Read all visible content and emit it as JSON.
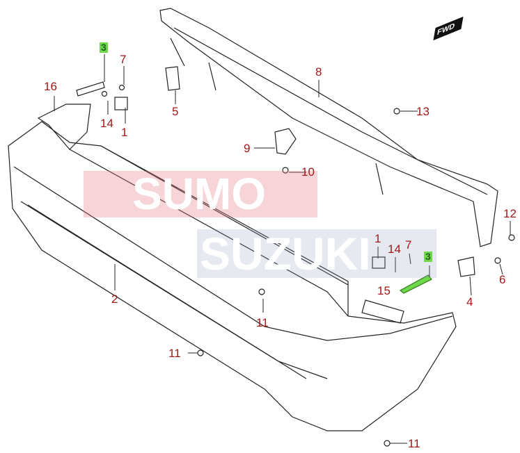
{
  "watermark": {
    "line1": "SUMO",
    "line2": "SUZUKI"
  },
  "direction_badge": "FWD",
  "colors": {
    "callout": "#a01818",
    "highlight": "#6fd84a"
  },
  "callouts": [
    {
      "id": "3",
      "highlighted": true
    },
    {
      "id": "7"
    },
    {
      "id": "16"
    },
    {
      "id": "14"
    },
    {
      "id": "1"
    },
    {
      "id": "5"
    },
    {
      "id": "8"
    },
    {
      "id": "13"
    },
    {
      "id": "9"
    },
    {
      "id": "10"
    },
    {
      "id": "12"
    },
    {
      "id": "1"
    },
    {
      "id": "14"
    },
    {
      "id": "7"
    },
    {
      "id": "3",
      "highlighted": true
    },
    {
      "id": "6"
    },
    {
      "id": "4"
    },
    {
      "id": "2"
    },
    {
      "id": "15"
    },
    {
      "id": "11"
    },
    {
      "id": "11"
    },
    {
      "id": "11"
    }
  ]
}
